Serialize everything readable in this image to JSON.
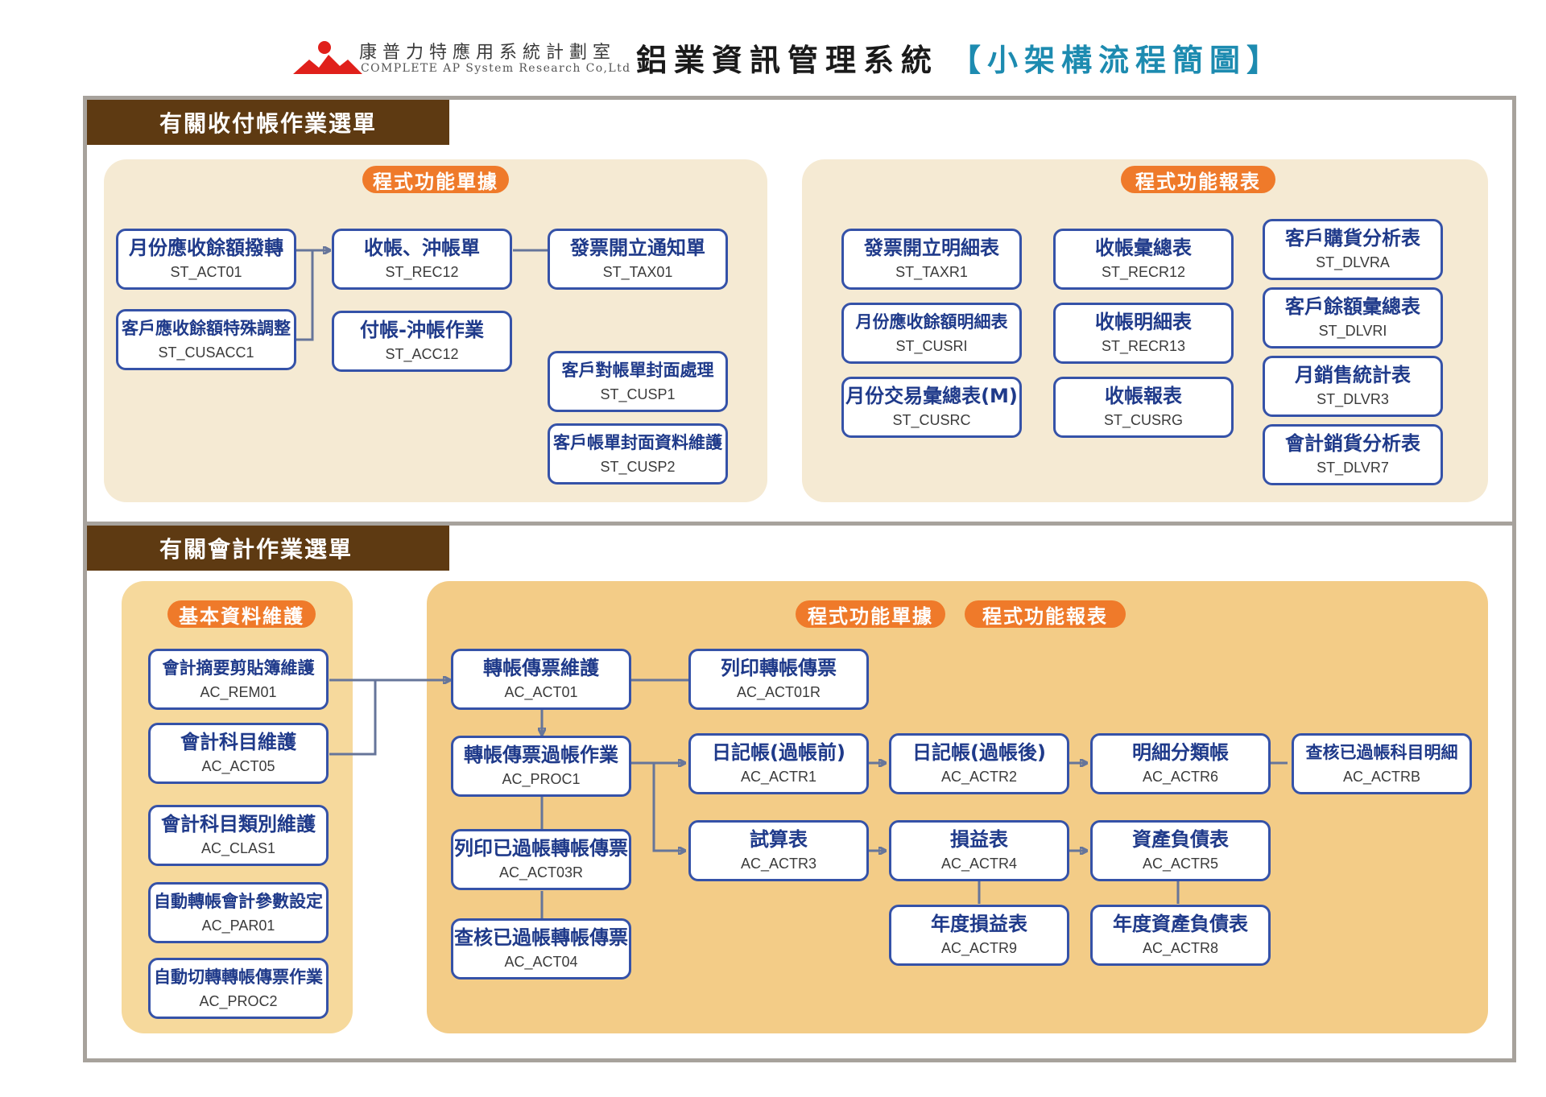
{
  "header": {
    "company_cn": "康普力特應用系統計劃室",
    "company_en": "COMPLETE AP System Research Co,Ltd",
    "system_title": "鋁業資訊管理系統",
    "sub_title": "【小架構流程簡圖】"
  },
  "colors": {
    "brown": "#5e3a12",
    "orange": "#ef7a2a",
    "blue": "#3552a8",
    "teal": "#1d8bb0"
  },
  "receivables": {
    "label": "有關收付帳作業選單",
    "docs_pill": "程式功能單據",
    "reports_pill": "程式功能報表",
    "nodes": {
      "act01": {
        "title": "月份應收餘額撥轉",
        "code": "ST_ACT01"
      },
      "cusacc1": {
        "title": "客戶應收餘額特殊調整",
        "code": "ST_CUSACC1"
      },
      "rec12": {
        "title": "收帳、沖帳單",
        "code": "ST_REC12"
      },
      "acc12": {
        "title": "付帳-沖帳作業",
        "code": "ST_ACC12"
      },
      "tax01": {
        "title": "發票開立通知單",
        "code": "ST_TAX01"
      },
      "cusp1": {
        "title": "客戶對帳單封面處理",
        "code": "ST_CUSP1"
      },
      "cusp2": {
        "title": "客戶帳單封面資料維護",
        "code": "ST_CUSP2"
      },
      "taxr1": {
        "title": "發票開立明細表",
        "code": "ST_TAXR1"
      },
      "cusri": {
        "title": "月份應收餘額明細表",
        "code": "ST_CUSRI"
      },
      "cusrc": {
        "title": "月份交易彙總表(M)",
        "code": "ST_CUSRC"
      },
      "recr12": {
        "title": "收帳彙總表",
        "code": "ST_RECR12"
      },
      "recr13": {
        "title": "收帳明細表",
        "code": "ST_RECR13"
      },
      "cusrg": {
        "title": "收帳報表",
        "code": "ST_CUSRG"
      },
      "dlvra": {
        "title": "客戶購貨分析表",
        "code": "ST_DLVRA"
      },
      "dlvri": {
        "title": "客戶餘額彙總表",
        "code": "ST_DLVRI"
      },
      "dlvr3": {
        "title": "月銷售統計表",
        "code": "ST_DLVR3"
      },
      "dlvr7": {
        "title": "會計銷貨分析表",
        "code": "ST_DLVR7"
      }
    }
  },
  "accounting": {
    "label": "有關會計作業選單",
    "basic_pill": "基本資料維護",
    "docs_pill": "程式功能單據",
    "reports_pill": "程式功能報表",
    "nodes": {
      "rem01": {
        "title": "會計摘要剪貼簿維護",
        "code": "AC_REM01"
      },
      "act05": {
        "title": "會計科目維護",
        "code": "AC_ACT05"
      },
      "clas1": {
        "title": "會計科目類別維護",
        "code": "AC_CLAS1"
      },
      "par01": {
        "title": "自動轉帳會計參數設定",
        "code": "AC_PAR01"
      },
      "proc2": {
        "title": "自動切轉轉帳傳票作業",
        "code": "AC_PROC2"
      },
      "act01": {
        "title": "轉帳傳票維護",
        "code": "AC_ACT01"
      },
      "act01r": {
        "title": "列印轉帳傳票",
        "code": "AC_ACT01R"
      },
      "proc1": {
        "title": "轉帳傳票過帳作業",
        "code": "AC_PROC1"
      },
      "act03r": {
        "title": "列印已過帳轉帳傳票",
        "code": "AC_ACT03R"
      },
      "act04": {
        "title": "查核已過帳轉帳傳票",
        "code": "AC_ACT04"
      },
      "actr1": {
        "title": "日記帳(過帳前)",
        "code": "AC_ACTR1"
      },
      "actr2": {
        "title": "日記帳(過帳後)",
        "code": "AC_ACTR2"
      },
      "actr6": {
        "title": "明細分類帳",
        "code": "AC_ACTR6"
      },
      "actrb": {
        "title": "查核已過帳科目明細",
        "code": "AC_ACTRB"
      },
      "actr3": {
        "title": "試算表",
        "code": "AC_ACTR3"
      },
      "actr4": {
        "title": "損益表",
        "code": "AC_ACTR4"
      },
      "actr5": {
        "title": "資產負債表",
        "code": "AC_ACTR5"
      },
      "actr9": {
        "title": "年度損益表",
        "code": "AC_ACTR9"
      },
      "actr8": {
        "title": "年度資產負債表",
        "code": "AC_ACTR8"
      }
    }
  }
}
